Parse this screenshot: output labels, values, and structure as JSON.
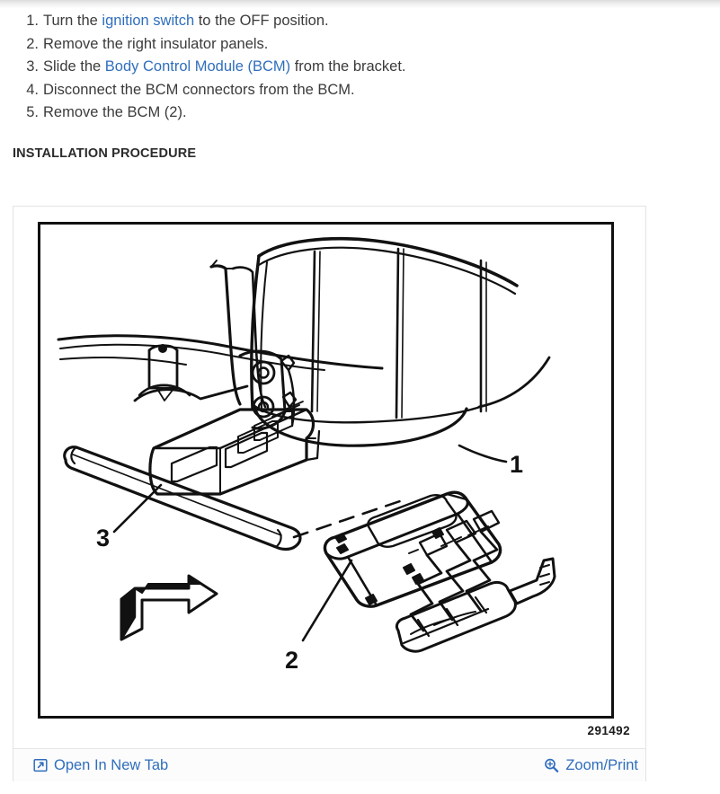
{
  "procedure": {
    "steps": [
      {
        "num": "1.",
        "pre": "Turn the ",
        "link": "ignition switch",
        "post": " to the OFF position."
      },
      {
        "num": "2.",
        "pre": "Remove the right insulator panels.",
        "link": "",
        "post": ""
      },
      {
        "num": "3.",
        "pre": "Slide the ",
        "link": "Body Control Module (BCM)",
        "post": " from the bracket."
      },
      {
        "num": "4.",
        "pre": "Disconnect the BCM connectors from the BCM.",
        "link": "",
        "post": ""
      },
      {
        "num": "5.",
        "pre": "Remove the BCM (2).",
        "link": "",
        "post": ""
      }
    ]
  },
  "section": {
    "installation_heading": "INSTALLATION PROCEDURE"
  },
  "figure": {
    "caption": "291492",
    "callouts": [
      {
        "id": "1",
        "label": "1"
      },
      {
        "id": "2",
        "label": "2"
      },
      {
        "id": "3",
        "label": "3"
      }
    ]
  },
  "toolbar": {
    "open_in_new_tab": {
      "label": "Open In New Tab",
      "icon": "open-in-new-tab-icon"
    },
    "zoom_print": {
      "label": "Zoom/Print",
      "icon": "magnifier-plus-icon"
    }
  },
  "colors": {
    "link": "#2f6ebc",
    "body_text": "#3b3b3b",
    "line_art": "#111111",
    "card_border": "#e2e3e5",
    "toolbar_bg": "#fcfcfd"
  }
}
